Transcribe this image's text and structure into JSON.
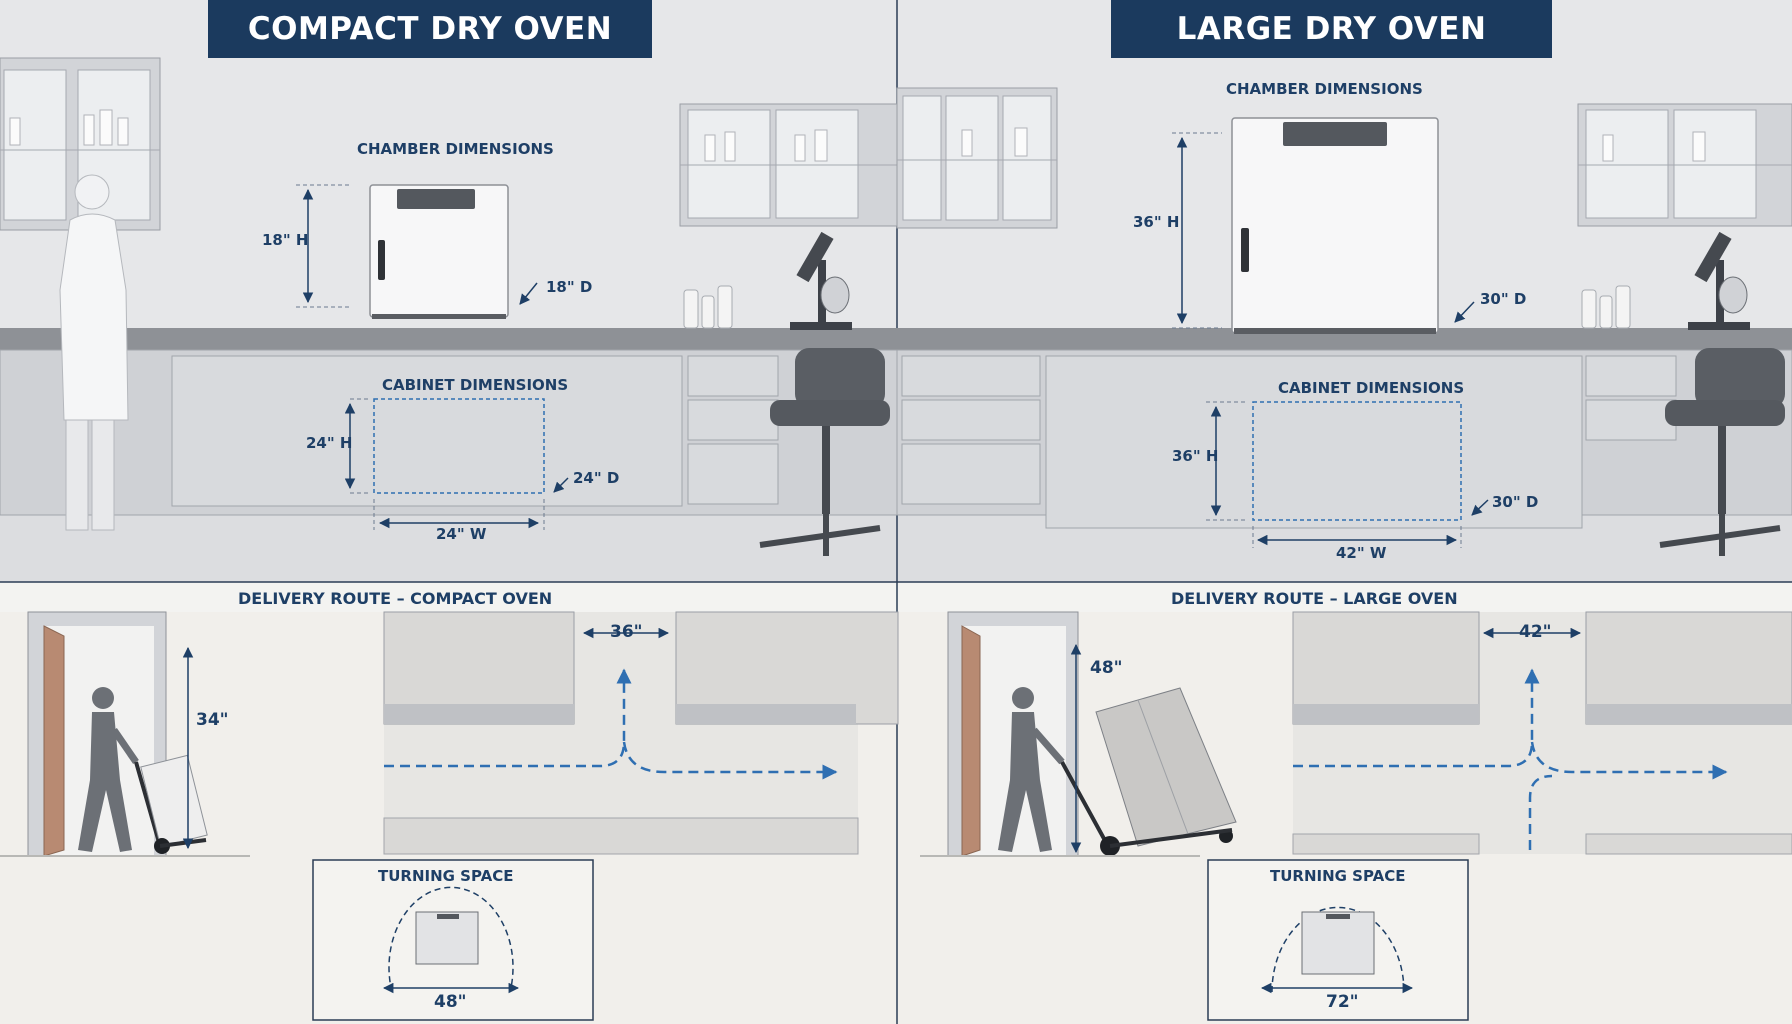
{
  "compact": {
    "title": "COMPACT DRY OVEN",
    "chamber": {
      "heading": "CHAMBER DIMENSIONS",
      "height": "18\" H",
      "depth": "18\" D"
    },
    "cabinet": {
      "heading": "CABINET DIMENSIONS",
      "height": "24\" H",
      "depth": "24\" D",
      "width": "24\" W"
    },
    "delivery": {
      "heading": "DELIVERY ROUTE – COMPACT OVEN",
      "door_height": "34\"",
      "hall_width": "36\""
    },
    "turning": {
      "heading": "TURNING SPACE",
      "diameter": "48\""
    }
  },
  "large": {
    "title": "LARGE DRY OVEN",
    "chamber": {
      "heading": "CHAMBER DIMENSIONS",
      "height": "36\" H",
      "depth": "30\" D"
    },
    "cabinet": {
      "heading": "CABINET DIMENSIONS",
      "height": "36\" H",
      "depth": "30\" D",
      "width": "42\" W"
    },
    "delivery": {
      "heading": "DELIVERY ROUTE – LARGE OVEN",
      "door_height": "48\"",
      "hall_width": "42\""
    },
    "turning": {
      "heading": "TURNING SPACE",
      "diameter": "72\""
    }
  },
  "colors": {
    "navy": "#1b3a5e",
    "accent_blue": "#2f6fb2",
    "label_text": "#1e3f66",
    "wall": "#e6e7e9",
    "floor": "#f1efeb"
  }
}
